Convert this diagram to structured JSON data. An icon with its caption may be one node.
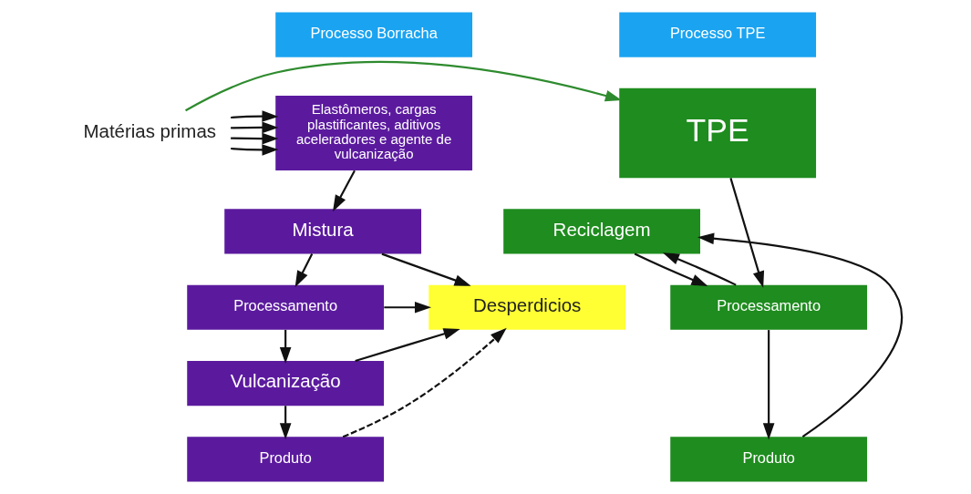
{
  "diagram": {
    "nodes": [
      {
        "text": [
          "Processo Borracha"
        ]
      },
      {
        "text": [
          "Elastômeros, cargas plastificantes, aditivos aceleradores e agente de vulcanização"
        ]
      },
      {
        "text": [
          "Mistura"
        ]
      },
      {
        "text": [
          "Processamento"
        ]
      },
      {
        "text": [
          "Vulcanização"
        ]
      },
      {
        "text": [
          "Produto"
        ]
      },
      {
        "text": [
          "Desperdicios"
        ]
      },
      {
        "text": [
          "Matérias primas"
        ]
      },
      {
        "text": [
          "Processo TPE"
        ]
      },
      {
        "text": [
          "TPE"
        ]
      },
      {
        "text": [
          "Reciclagem"
        ]
      },
      {
        "text": [
          "Processamento"
        ]
      },
      {
        "text": [
          "Produto"
        ]
      }
    ],
    "edges": [
      {
        "from": 7,
        "to": 1,
        "arrow": "to"
      },
      {
        "from": 7,
        "to": 1,
        "arrow": "to"
      },
      {
        "from": 7,
        "to": 1,
        "arrow": "to"
      },
      {
        "from": 7,
        "to": 1,
        "arrow": "to"
      },
      {
        "from": 7,
        "to": 9,
        "arrow": "to",
        "color": "#2e8b2e"
      },
      {
        "from": 1,
        "to": 2,
        "arrow": "to"
      },
      {
        "from": 2,
        "to": 3,
        "arrow": "to"
      },
      {
        "from": 3,
        "to": 4,
        "arrow": "to"
      },
      {
        "from": 4,
        "to": 5,
        "arrow": "to"
      },
      {
        "from": 2,
        "to": 6,
        "arrow": "to"
      },
      {
        "from": 3,
        "to": 6,
        "arrow": "to"
      },
      {
        "from": 4,
        "to": 6,
        "arrow": "to"
      },
      {
        "from": 5,
        "to": 6,
        "arrow": "to",
        "style": "dashed"
      },
      {
        "from": 9,
        "to": 11,
        "arrow": "to"
      },
      {
        "from": 10,
        "to": 11,
        "arrow": "to"
      },
      {
        "from": 11,
        "to": 10,
        "arrow": "to"
      },
      {
        "from": 11,
        "to": 12,
        "arrow": "to"
      },
      {
        "from": 12,
        "to": 10,
        "arrow": "to"
      }
    ]
  }
}
